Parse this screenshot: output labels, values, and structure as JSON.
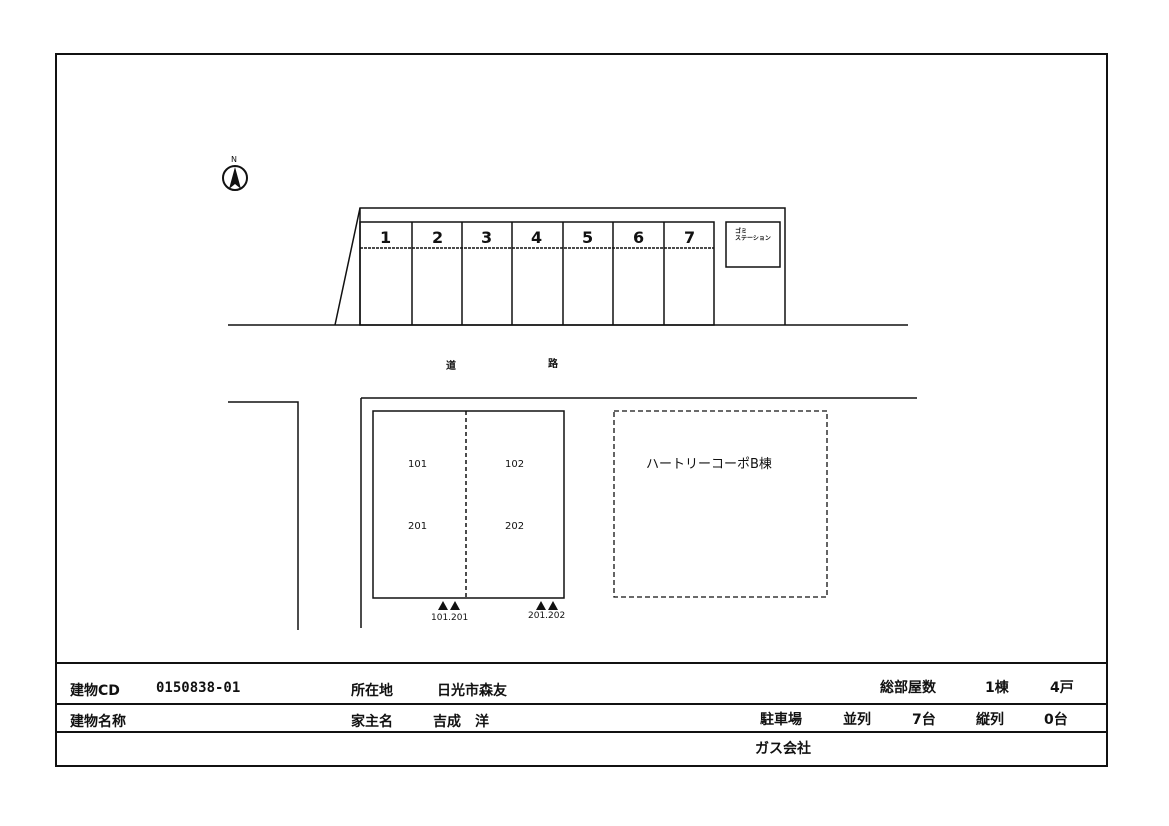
{
  "map": {
    "north_label": "N",
    "parking_numbers": [
      "1",
      "2",
      "3",
      "4",
      "5",
      "6",
      "7"
    ],
    "garbage_station": [
      "ゴミ",
      "ステーション"
    ],
    "road_chars": [
      "道",
      "路"
    ],
    "units": {
      "u101": "101",
      "u102": "102",
      "u201": "201",
      "u202": "202"
    },
    "entrances": {
      "left": "101.201",
      "right": "201.202"
    },
    "neighbor_building": "ハートリーコーポB棟"
  },
  "footer": {
    "building_cd_label": "建物CD",
    "building_cd_value": "0150838-01",
    "location_label": "所在地",
    "location_value": "日光市森友",
    "total_units_label": "総部屋数",
    "buildings_count": "1棟",
    "units_count": "4戸",
    "building_name_label": "建物名称",
    "owner_label": "家主名",
    "owner_value": "吉成　洋",
    "parking_label": "駐車場",
    "parallel_label": "並列",
    "parallel_value": "7台",
    "tandem_label": "縦列",
    "tandem_value": "0台",
    "gas_label": "ガス会社"
  }
}
